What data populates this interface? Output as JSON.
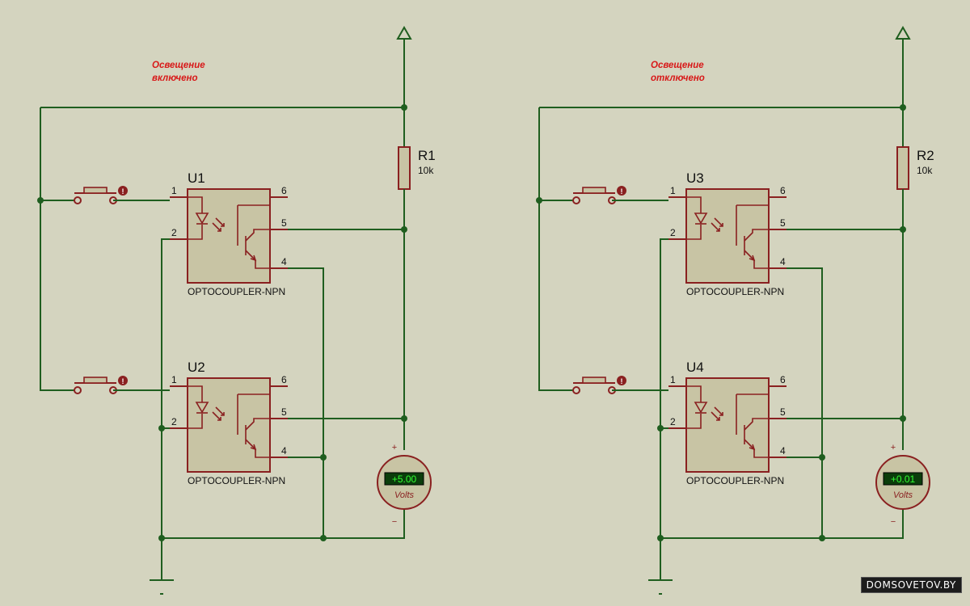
{
  "colors": {
    "background": "#d4d4bf",
    "wire": "#1f5e1f",
    "component": "#8a2020",
    "component_fill": "#c8c4a4",
    "note_text": "#d81818",
    "meter_display": "#33cc33"
  },
  "circuits": [
    {
      "id": "left",
      "note_lines": [
        "Освещение",
        "включено"
      ],
      "resistor": {
        "ref": "R1",
        "value": "10k"
      },
      "optocouplers": [
        {
          "ref": "U1",
          "type": "OPTOCOUPLER-NPN",
          "pins": [
            "1",
            "2",
            "6",
            "5",
            "4"
          ]
        },
        {
          "ref": "U2",
          "type": "OPTOCOUPLER-NPN",
          "pins": [
            "1",
            "2",
            "6",
            "5",
            "4"
          ]
        }
      ],
      "voltmeter": {
        "reading": "+5.00",
        "unit": "Volts",
        "plus": "+",
        "minus": "−"
      }
    },
    {
      "id": "right",
      "note_lines": [
        "Освещение",
        "отключено"
      ],
      "resistor": {
        "ref": "R2",
        "value": "10k"
      },
      "optocouplers": [
        {
          "ref": "U3",
          "type": "OPTOCOUPLER-NPN",
          "pins": [
            "1",
            "2",
            "6",
            "5",
            "4"
          ]
        },
        {
          "ref": "U4",
          "type": "OPTOCOUPLER-NPN",
          "pins": [
            "1",
            "2",
            "6",
            "5",
            "4"
          ]
        }
      ],
      "voltmeter": {
        "reading": "+0.01",
        "unit": "Volts",
        "plus": "+",
        "minus": "−"
      }
    }
  ],
  "watermark": "DOMSOVETOV.BY"
}
